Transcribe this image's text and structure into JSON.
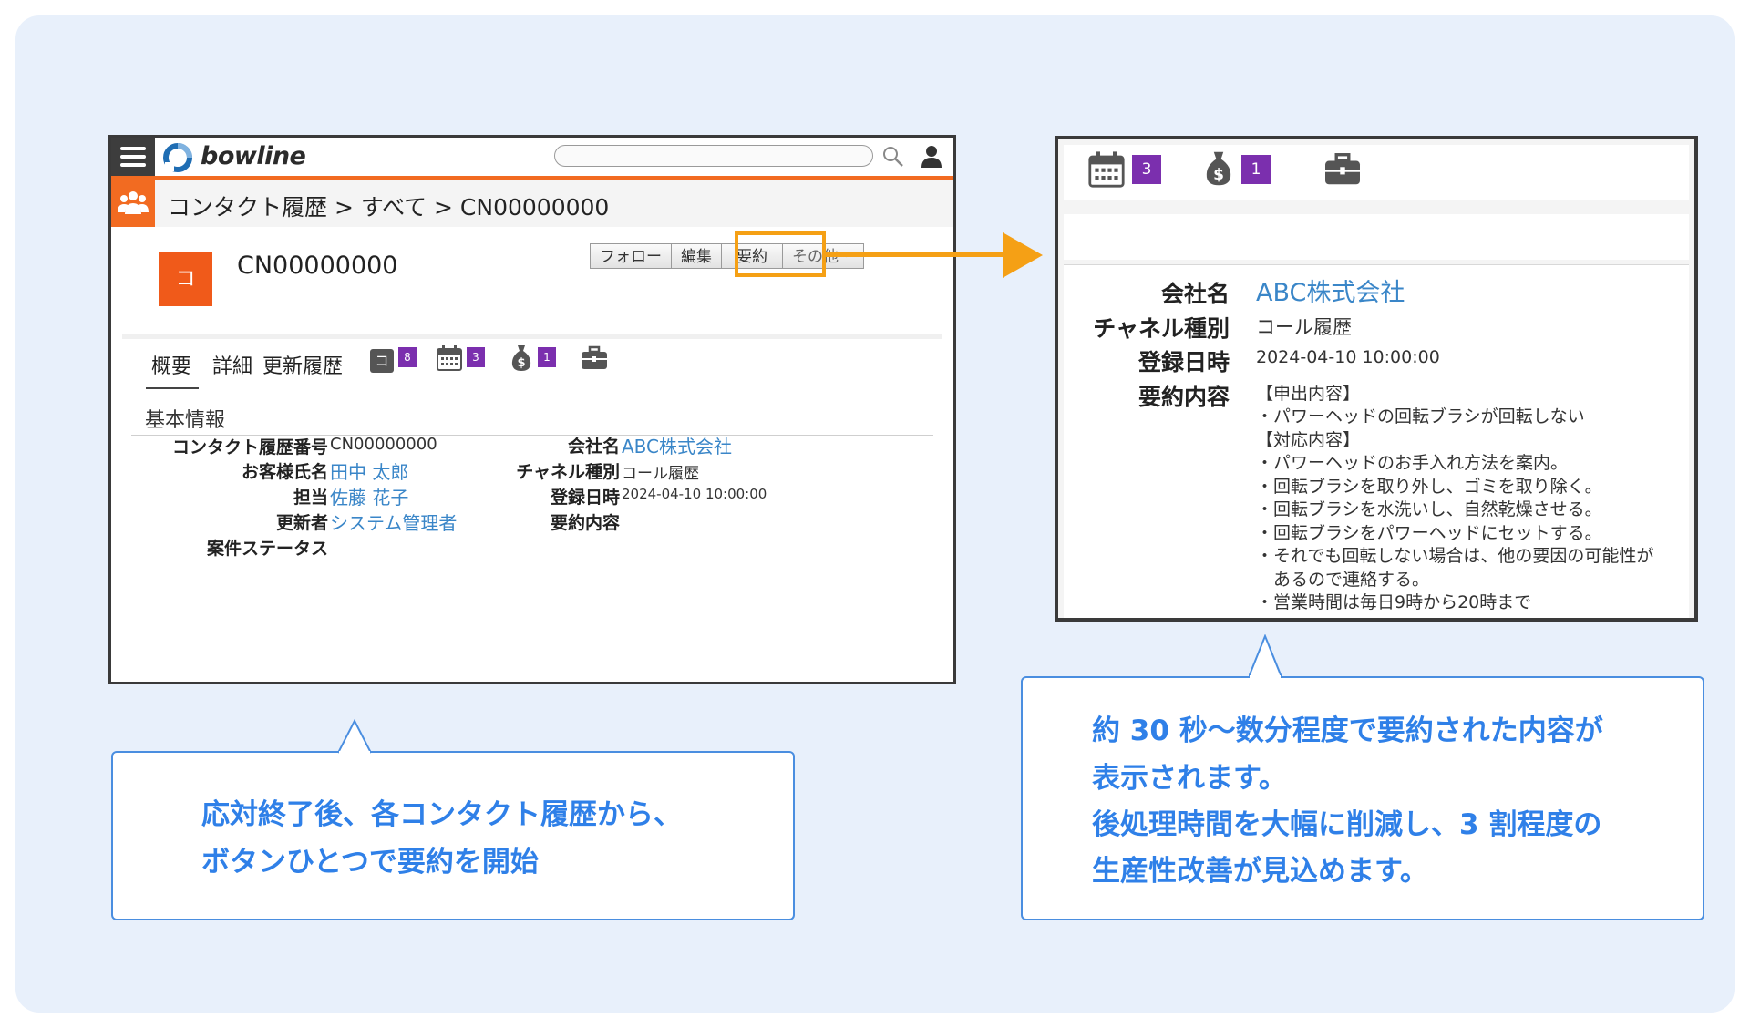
{
  "app": {
    "name": "bowline"
  },
  "breadcrumb": "コンタクト履歴 > すべて > CN00000000",
  "record": {
    "icon_label": "コ",
    "title": "CN00000000"
  },
  "actions": {
    "follow": "フォロー",
    "edit": "編集",
    "summary": "要約",
    "more": "その他・"
  },
  "tabs": {
    "overview": "概要",
    "detail": "詳細",
    "history": "更新履歴",
    "badge_contact_label": "コ",
    "badge_contact_count": "8",
    "badge_calendar_count": "3",
    "badge_money_count": "1"
  },
  "section": {
    "title": "基本情報",
    "fields_left": [
      {
        "label": "コンタクト履歴番号",
        "value": "CN00000000",
        "link": false
      },
      {
        "label": "お客様氏名",
        "value": "田中 太郎",
        "link": true
      },
      {
        "label": "担当",
        "value": "佐藤 花子",
        "link": true
      },
      {
        "label": "更新者",
        "value": "システム管理者",
        "link": true
      },
      {
        "label": "案件ステータス",
        "value": "",
        "link": false
      }
    ],
    "fields_right": [
      {
        "label": "会社名",
        "value": "ABC株式会社",
        "link": true
      },
      {
        "label": "チャネル種別",
        "value": "コール履歴",
        "link": false
      },
      {
        "label": "登録日時",
        "value": "2024-04-10 10:00:00",
        "link": false
      },
      {
        "label": "要約内容",
        "value": "",
        "link": false
      }
    ]
  },
  "zoom": {
    "calendar_count": "3",
    "money_count": "1",
    "company_label": "会社名",
    "company_value": "ABC株式会社",
    "channel_label": "チャネル種別",
    "channel_value": "コール履歴",
    "date_label": "登録日時",
    "date_value": "2024-04-10 10:00:00",
    "summary_label": "要約内容",
    "summary_lines": [
      "【申出内容】",
      "・パワーヘッドの回転ブラシが回転しない",
      "【対応内容】",
      "・パワーヘッドのお手入れ方法を案内。",
      "・回転ブラシを取り外し、ゴミを取り除く。",
      "・回転ブラシを水洗いし、自然乾燥させる。",
      "・回転ブラシをパワーヘッドにセットする。",
      "・それでも回転しない場合は、他の要因の可能性が",
      "　あるので連絡する。",
      "・営業時間は毎日9時から20時まで"
    ]
  },
  "callouts": {
    "left_line1": "応対終了後、各コンタクト履歴から、",
    "left_line2": "ボタンひとつで要約を開始",
    "right_line1": "約 30 秒〜数分程度で要約された内容が",
    "right_line2": "表示されます。",
    "right_line3": "後処理時間を大幅に削減し、3 割程度の",
    "right_line4": "生産性改善が見込めます。"
  },
  "colors": {
    "accent_orange": "#f26b21",
    "highlight_orange": "#f5a015",
    "link_blue": "#3a86c8",
    "callout_blue": "#2f80e8",
    "badge_purple": "#7b2fae",
    "background": "#e8f0fb"
  },
  "icons": [
    "menu-icon",
    "bowline-logo-icon",
    "search-icon",
    "user-icon",
    "people-icon",
    "calendar-icon",
    "money-bag-icon",
    "briefcase-icon"
  ]
}
